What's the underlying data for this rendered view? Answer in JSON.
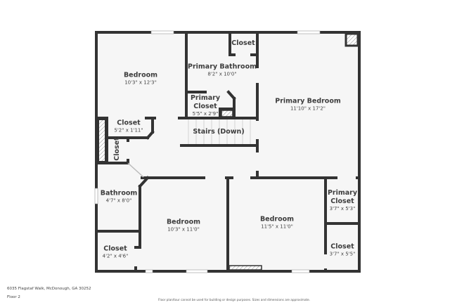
{
  "plan": {
    "wall_color": "#333333",
    "floor_color": "#f6f6f6",
    "rooms": [
      {
        "id": "bedroom-nw",
        "name": "Bedroom",
        "dim": "10'3\" x 12'3\""
      },
      {
        "id": "primary-bathroom",
        "name": "Primary Bathroom",
        "dim": "8'2\" x 10'0\""
      },
      {
        "id": "closet-top",
        "name": "Closet",
        "dim": ""
      },
      {
        "id": "primary-closet-1",
        "name": "Primary\nCloset",
        "name_line1": "Primary",
        "name_line2": "Closet",
        "dim": "5'5\" x 2'9\""
      },
      {
        "id": "primary-bedroom",
        "name": "Primary Bedroom",
        "dim": "11'10\" x 17'2\""
      },
      {
        "id": "closet-hall",
        "name": "Closet",
        "dim": "5'2\" x 1'11\""
      },
      {
        "id": "closet-vertical",
        "name": "Closet",
        "dim": ""
      },
      {
        "id": "stairs",
        "name": "Stairs (Down)",
        "dim": ""
      },
      {
        "id": "bathroom",
        "name": "Bathroom",
        "dim": "4'7\" x 8'0\""
      },
      {
        "id": "bedroom-sw",
        "name": "Bedroom",
        "dim": "10'3\" x 11'0\""
      },
      {
        "id": "closet-sw",
        "name": "Closet",
        "dim": "4'2\" x 4'6\""
      },
      {
        "id": "bedroom-se",
        "name": "Bedroom",
        "dim": "11'5\" x 11'0\""
      },
      {
        "id": "primary-closet-2",
        "name_line1": "Primary",
        "name_line2": "Closet",
        "dim": "3'7\" x 5'3\""
      },
      {
        "id": "closet-se",
        "name": "Closet",
        "dim": "3'7\" x 5'5\""
      }
    ]
  },
  "footer": {
    "address": "6035 Flagstaf Walk, McDonough, GA 30252",
    "floor": "Floor 2",
    "disclaimer": "Floor plan/tour cannot be used for building or design purposes. Sizes and dimensions are approximate."
  }
}
